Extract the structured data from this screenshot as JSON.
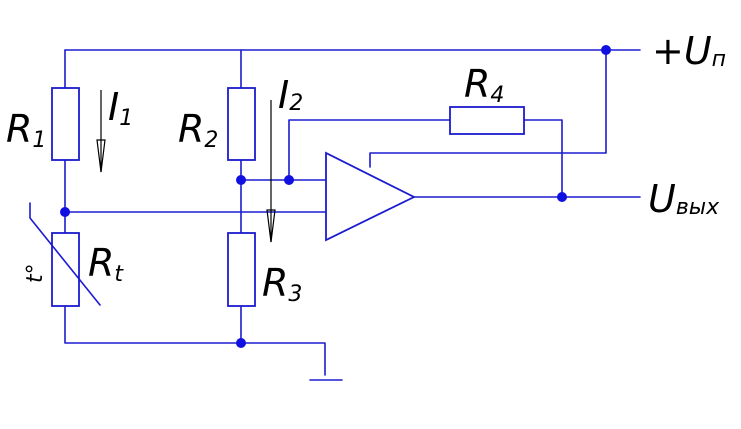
{
  "labels": {
    "r1": {
      "main": "R",
      "sub": "1"
    },
    "r2": {
      "main": "R",
      "sub": "2"
    },
    "r3": {
      "main": "R",
      "sub": "3"
    },
    "r4": {
      "main": "R",
      "sub": "4"
    },
    "rt": {
      "main": "R",
      "sub": "t"
    },
    "i1": {
      "main": "I",
      "sub": "1"
    },
    "i2": {
      "main": "I",
      "sub": "2"
    },
    "un": {
      "main": "+U",
      "sub": "п"
    },
    "uout": {
      "main": "U",
      "sub": "вых"
    },
    "temp": "t°"
  },
  "colors": {
    "wire": "#1b1bd0",
    "node": "#1010e0",
    "text": "#000000"
  }
}
